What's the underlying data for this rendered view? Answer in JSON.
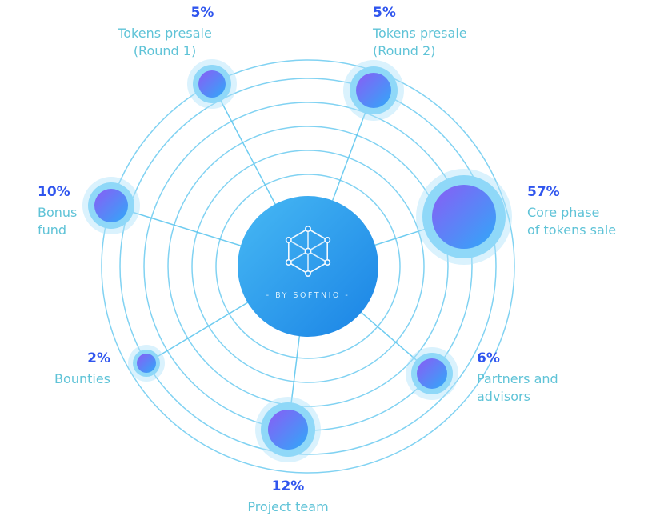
{
  "center": {
    "caption": "- BY SOFTNIO -",
    "logo_icon": "hexagon-network-icon"
  },
  "colors": {
    "percent_text": "#2f55ee",
    "label_text": "#5fc3d7",
    "orbit_stroke": "#57c4ee",
    "node_ring": "#8fd8f8",
    "node_gradient_start": "#8a5cf6",
    "node_gradient_end": "#2fa9f8",
    "center_gradient_start": "#47b9f4",
    "center_gradient_end": "#1a83e5",
    "background": "#ffffff"
  },
  "chart_data": {
    "type": "pie",
    "title": "",
    "unit": "%",
    "labels": [
      "Tokens presale (Round 1)",
      "Tokens presale (Round 2)",
      "Core phase of tokens sale",
      "Partners and advisors",
      "Project team",
      "Bounties",
      "Bonus fund"
    ],
    "values": [
      5,
      5,
      57,
      6,
      12,
      2,
      10
    ],
    "legend_position": "labels-around-nodes",
    "style": "orbital-bubbles",
    "center_text": "- BY SOFTNIO -"
  },
  "nodes": [
    {
      "id": "presale-round-1",
      "percent": "5%",
      "lines": [
        "Tokens presale",
        "(Round 1)"
      ]
    },
    {
      "id": "presale-round-2",
      "percent": "5%",
      "lines": [
        "Tokens presale",
        "(Round 2)"
      ]
    },
    {
      "id": "core-phase",
      "percent": "57%",
      "lines": [
        "Core phase",
        "of tokens sale"
      ]
    },
    {
      "id": "partners-advisors",
      "percent": "6%",
      "lines": [
        "Partners and",
        "advisors"
      ]
    },
    {
      "id": "project-team",
      "percent": "12%",
      "lines": [
        "Project team"
      ]
    },
    {
      "id": "bounties",
      "percent": "2%",
      "lines": [
        "Bounties"
      ]
    },
    {
      "id": "bonus-fund",
      "percent": "10%",
      "lines": [
        "Bonus",
        "fund"
      ]
    }
  ]
}
